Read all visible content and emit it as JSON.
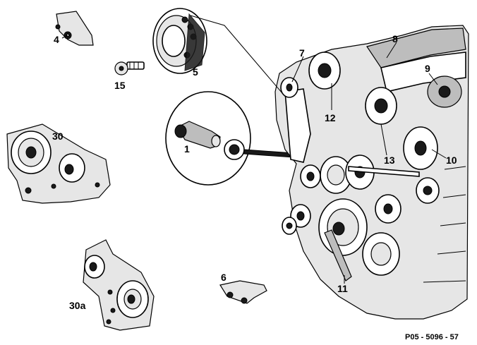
{
  "callouts": {
    "c1": "1",
    "c4": "4",
    "c5": "5",
    "c6": "6",
    "c7": "7",
    "c8": "8",
    "c9": "9",
    "c10": "10",
    "c11": "11",
    "c12": "12",
    "c13": "13",
    "c15": "15",
    "c30": "30",
    "c30a": "30a"
  },
  "reference_code": "P05 - 5096 - 57"
}
